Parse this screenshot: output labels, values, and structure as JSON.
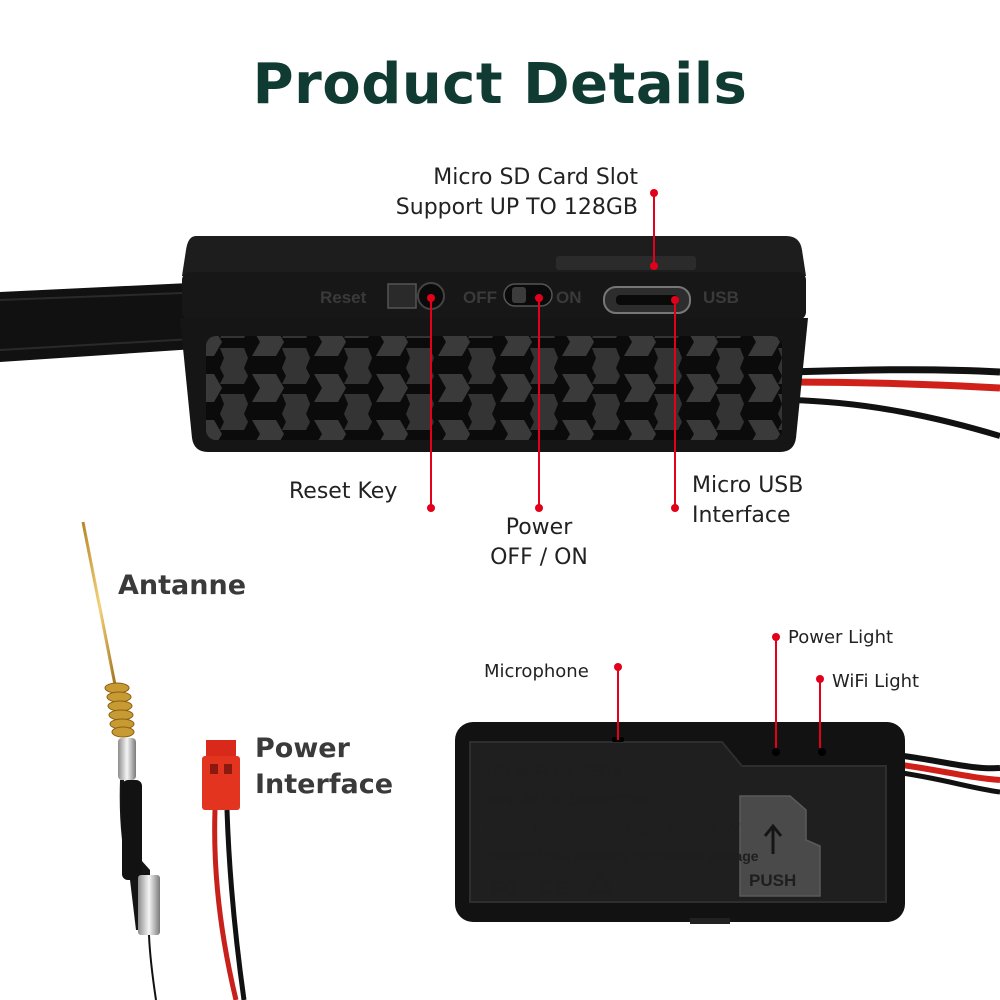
{
  "title": "Product Details",
  "callouts": {
    "sd_slot": [
      "Micro SD Card Slot",
      "Support UP TO 128GB"
    ],
    "reset_key": "Reset Key",
    "power_switch": [
      "Power",
      "OFF / ON"
    ],
    "micro_usb": [
      "Micro USB",
      "Interface"
    ],
    "antenna": "Antanne",
    "power_interface": [
      "Power",
      "Interface"
    ],
    "microphone": "Microphone",
    "power_light": "Power Light",
    "wifi_light": "WiFi Light"
  },
  "device_top": {
    "reset_label": "Reset",
    "off_label": "OFF",
    "on_label": "ON",
    "usb_label": "USB"
  },
  "device_bottom": {
    "line1": "HD WIFI CAMERA",
    "line2": "DPI: 4K/2K/1080P/720P",
    "line3": "Power dissipation/voltage:350mAh/5V",
    "line4": "Device:128G memory card/cloud storage",
    "fc": "FC",
    "ce": "CE",
    "push": "PUSH"
  },
  "colors": {
    "title": "#0f3b33",
    "dot": "#e3001b",
    "device": "#1b1b1b"
  }
}
